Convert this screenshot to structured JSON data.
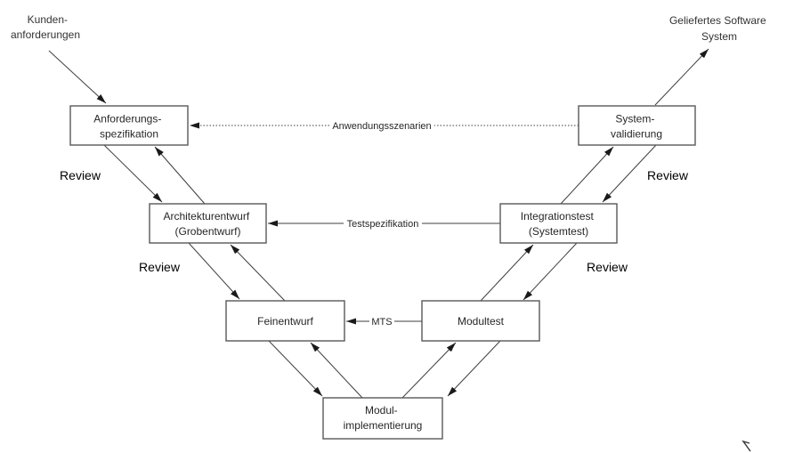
{
  "diagram": {
    "type": "v-model-software-process",
    "external_labels": {
      "customer_requirements": {
        "line1": "Kunden-",
        "line2": "anforderungen"
      },
      "delivered_system": {
        "line1": "Geliefertes Software",
        "line2": "System"
      }
    },
    "boxes": {
      "requirements_spec": {
        "line1": "Anforderungs-",
        "line2": "spezifikation"
      },
      "system_validation": {
        "line1": "System-",
        "line2": "validierung"
      },
      "architecture_design": {
        "line1": "Architekturentwurf",
        "line2": "(Grobentwurf)"
      },
      "integration_test": {
        "line1": "Integrationstest",
        "line2": "(Systemtest)"
      },
      "detailed_design": {
        "label": "Feinentwurf"
      },
      "module_test": {
        "label": "Modultest"
      },
      "module_implementation": {
        "line1": "Modul-",
        "line2": "implementierung"
      }
    },
    "connector_labels": {
      "application_scenarios": "Anwendungsszenarien",
      "test_specification": "Testspezifikation",
      "mts": "MTS",
      "review": "Review"
    },
    "colors": {
      "background": "#ffffff",
      "box_border": "#595959",
      "line": "#3f3f3f",
      "arrowhead": "#1a1a1a",
      "text": "#262626"
    }
  }
}
